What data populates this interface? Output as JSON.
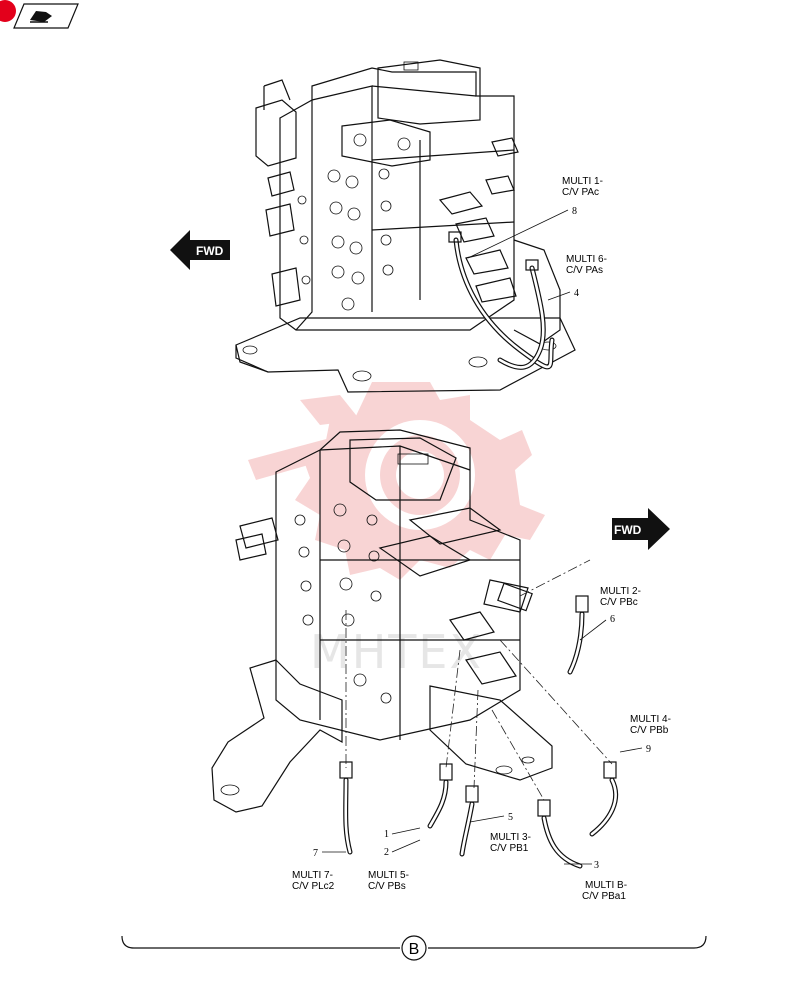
{
  "badge": {
    "icon": "red-dot-icon",
    "color": "#e3001b"
  },
  "nav": {
    "icon": "book-page-icon"
  },
  "fwd_top": {
    "label": "FWD",
    "icon": "arrow-left-icon"
  },
  "fwd_bottom": {
    "label": "FWD",
    "icon": "arrow-right-icon"
  },
  "watermark": {
    "text": "MHTEX",
    "color": "#f2aaaa"
  },
  "callouts": {
    "c8": {
      "number": "8",
      "line1": "MULTI 1-",
      "line2": "C/V PAc"
    },
    "c4": {
      "number": "4",
      "line1": "MULTI 6-",
      "line2": "C/V PAs"
    },
    "c6": {
      "number": "6",
      "line1": "MULTI 2-",
      "line2": "C/V PBc"
    },
    "c9": {
      "number": "9",
      "line1": "MULTI 4-",
      "line2": "C/V PBb"
    },
    "c5": {
      "number": "5",
      "line1": "MULTI 3-",
      "line2": "C/V PB1"
    },
    "c3": {
      "number": "3",
      "line1": "MULTI B-",
      "line2": "C/V PBa1"
    },
    "c7": {
      "number": "7",
      "line1": "MULTI 7-",
      "line2": "C/V PLc2"
    },
    "c12": {
      "number1": "1",
      "number2": "2",
      "line1": "MULTI 5-",
      "line2": "C/V PBs"
    }
  },
  "footer": {
    "letter": "B"
  }
}
